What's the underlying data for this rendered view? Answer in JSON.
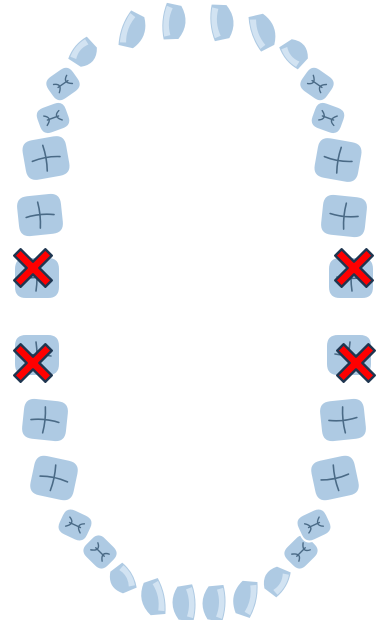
{
  "diagram": {
    "palette": {
      "tooth_fill": "#aecae3",
      "tooth_highlight": "#d6e6f3",
      "groove": "#4a6a86",
      "marker_fill": "#ff0000",
      "marker_stroke": "#1f3650"
    },
    "upper_arch": {
      "teeth": [
        {
          "id": "UR8",
          "kind": "molar"
        },
        {
          "id": "UR7",
          "kind": "molar"
        },
        {
          "id": "UR6",
          "kind": "molar"
        },
        {
          "id": "UR5",
          "kind": "premolar"
        },
        {
          "id": "UR4",
          "kind": "premolar"
        },
        {
          "id": "UR3",
          "kind": "canine"
        },
        {
          "id": "UR2",
          "kind": "incisor"
        },
        {
          "id": "UR1",
          "kind": "incisor"
        },
        {
          "id": "UL1",
          "kind": "incisor"
        },
        {
          "id": "UL2",
          "kind": "incisor"
        },
        {
          "id": "UL3",
          "kind": "canine"
        },
        {
          "id": "UL4",
          "kind": "premolar"
        },
        {
          "id": "UL5",
          "kind": "premolar"
        },
        {
          "id": "UL6",
          "kind": "molar"
        },
        {
          "id": "UL7",
          "kind": "molar"
        },
        {
          "id": "UL8",
          "kind": "molar"
        }
      ]
    },
    "lower_arch": {
      "teeth": [
        {
          "id": "LR8",
          "kind": "molar"
        },
        {
          "id": "LR7",
          "kind": "molar"
        },
        {
          "id": "LR6",
          "kind": "molar"
        },
        {
          "id": "LR5",
          "kind": "premolar"
        },
        {
          "id": "LR4",
          "kind": "premolar"
        },
        {
          "id": "LR3",
          "kind": "canine"
        },
        {
          "id": "LR2",
          "kind": "incisor"
        },
        {
          "id": "LR1",
          "kind": "incisor"
        },
        {
          "id": "LL1",
          "kind": "incisor"
        },
        {
          "id": "LL2",
          "kind": "incisor"
        },
        {
          "id": "LL3",
          "kind": "canine"
        },
        {
          "id": "LL4",
          "kind": "premolar"
        },
        {
          "id": "LL5",
          "kind": "premolar"
        },
        {
          "id": "LL6",
          "kind": "molar"
        },
        {
          "id": "LL7",
          "kind": "molar"
        },
        {
          "id": "LL8",
          "kind": "molar"
        }
      ]
    },
    "marked_teeth": [
      "UR8",
      "UL8",
      "LR8",
      "LL8"
    ],
    "marker_icon": "cross-mark-icon"
  }
}
